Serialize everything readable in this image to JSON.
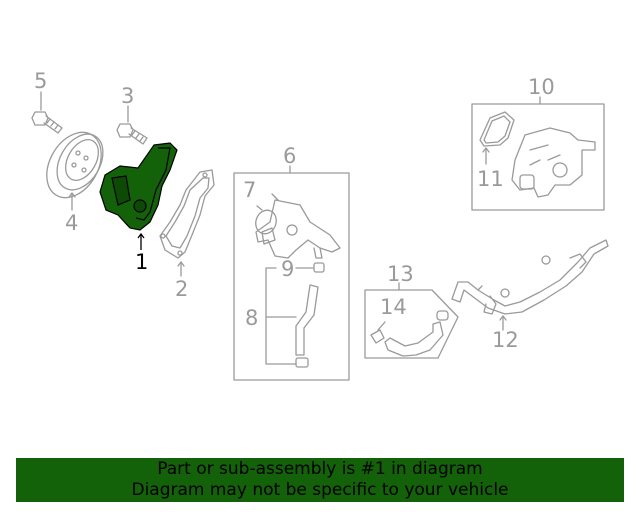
{
  "diagram": {
    "highlight_color": "#136108",
    "line_color": "#9a9a9a",
    "callouts": [
      {
        "id": "1",
        "label": "1",
        "highlighted": true
      },
      {
        "id": "2",
        "label": "2"
      },
      {
        "id": "3",
        "label": "3"
      },
      {
        "id": "4",
        "label": "4"
      },
      {
        "id": "5",
        "label": "5"
      },
      {
        "id": "6",
        "label": "6"
      },
      {
        "id": "7",
        "label": "7"
      },
      {
        "id": "8",
        "label": "8"
      },
      {
        "id": "9",
        "label": "9"
      },
      {
        "id": "10",
        "label": "10"
      },
      {
        "id": "11",
        "label": "11"
      },
      {
        "id": "12",
        "label": "12"
      },
      {
        "id": "13",
        "label": "13"
      },
      {
        "id": "14",
        "label": "14"
      }
    ]
  },
  "banner": {
    "line1": "Part or sub-assembly is #1 in diagram",
    "line2": "Diagram may not be specific to your vehicle",
    "background": "#136108"
  }
}
